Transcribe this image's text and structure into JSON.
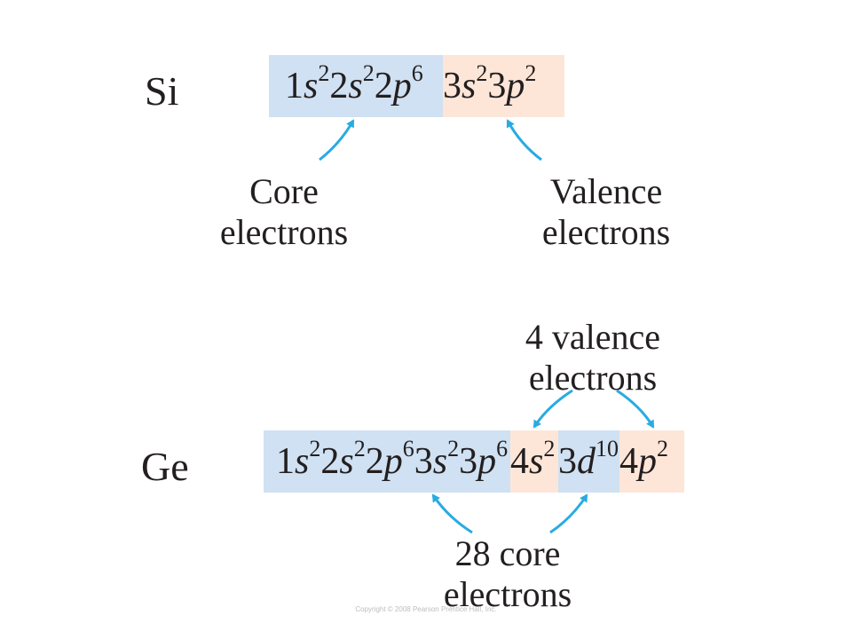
{
  "si": {
    "symbol": "Si",
    "core_orbitals": [
      {
        "n": "1",
        "l": "s",
        "e": "2"
      },
      {
        "n": "2",
        "l": "s",
        "e": "2"
      },
      {
        "n": "2",
        "l": "p",
        "e": "6"
      }
    ],
    "valence_orbitals": [
      {
        "n": "3",
        "l": "s",
        "e": "2"
      },
      {
        "n": "3",
        "l": "p",
        "e": "2"
      }
    ],
    "core_label": [
      "Core",
      "electrons"
    ],
    "valence_label": [
      "Valence",
      "electrons"
    ]
  },
  "ge": {
    "symbol": "Ge",
    "segments": [
      {
        "kind": "core",
        "orbitals": [
          {
            "n": "1",
            "l": "s",
            "e": "2"
          },
          {
            "n": "2",
            "l": "s",
            "e": "2"
          },
          {
            "n": "2",
            "l": "p",
            "e": "6"
          },
          {
            "n": "3",
            "l": "s",
            "e": "2"
          },
          {
            "n": "3",
            "l": "p",
            "e": "6"
          }
        ]
      },
      {
        "kind": "valence",
        "orbitals": [
          {
            "n": "4",
            "l": "s",
            "e": "2"
          }
        ]
      },
      {
        "kind": "core",
        "orbitals": [
          {
            "n": "3",
            "l": "d",
            "e": "10"
          }
        ]
      },
      {
        "kind": "valence",
        "orbitals": [
          {
            "n": "4",
            "l": "p",
            "e": "2"
          }
        ]
      }
    ],
    "valence_label": [
      "4 valence",
      "electrons"
    ],
    "core_label": [
      "28 core",
      "electrons"
    ]
  },
  "colors": {
    "core_fill": "#cfe1f2",
    "valence_fill": "#fde6d8",
    "arrow": "#29abe2"
  },
  "footer": "Copyright © 2008 Pearson Prentice Hall, Inc."
}
